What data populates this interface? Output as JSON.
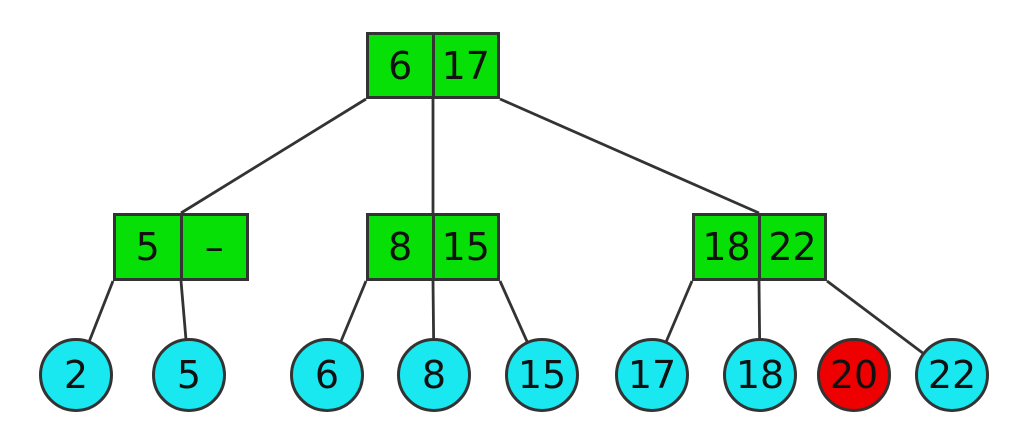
{
  "tree": {
    "internal_nodes": [
      {
        "id": "root",
        "keys": [
          "6",
          "17"
        ]
      },
      {
        "id": "left",
        "keys": [
          "5",
          "–"
        ]
      },
      {
        "id": "middle",
        "keys": [
          "8",
          "15"
        ]
      },
      {
        "id": "right",
        "keys": [
          "18",
          "22"
        ]
      }
    ],
    "leaves": [
      {
        "value": "2",
        "state": "normal"
      },
      {
        "value": "5",
        "state": "normal"
      },
      {
        "value": "6",
        "state": "normal"
      },
      {
        "value": "8",
        "state": "normal"
      },
      {
        "value": "15",
        "state": "normal"
      },
      {
        "value": "17",
        "state": "normal"
      },
      {
        "value": "18",
        "state": "normal"
      },
      {
        "value": "20",
        "state": "highlighted"
      },
      {
        "value": "22",
        "state": "normal"
      }
    ],
    "edges": [
      {
        "from": "root",
        "to": "left"
      },
      {
        "from": "root",
        "to": "middle"
      },
      {
        "from": "root",
        "to": "right"
      },
      {
        "from": "left",
        "to": "leaf-2"
      },
      {
        "from": "left",
        "to": "leaf-5"
      },
      {
        "from": "middle",
        "to": "leaf-6"
      },
      {
        "from": "middle",
        "to": "leaf-8"
      },
      {
        "from": "middle",
        "to": "leaf-15"
      },
      {
        "from": "right",
        "to": "leaf-17"
      },
      {
        "from": "right",
        "to": "leaf-18"
      },
      {
        "from": "right",
        "to": "leaf-22"
      }
    ],
    "unconnected_leaves": [
      "leaf-20"
    ],
    "colors": {
      "internal_fill": "#06e006",
      "leaf_fill": "#19e8f0",
      "highlight_fill": "#ee0000",
      "stroke": "#333333",
      "text": "#111111",
      "background": "#ffffff"
    }
  }
}
